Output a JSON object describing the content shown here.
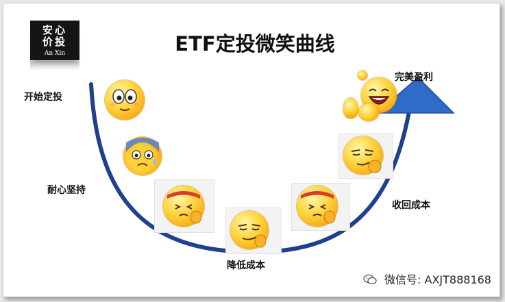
{
  "logo": {
    "line1": "安心",
    "line2": "价投",
    "line3": "An Xin"
  },
  "title": "ETF定投微笑曲线",
  "stages": {
    "start": "开始定投",
    "patience": "耐心坚持",
    "lower_cost": "降低成本",
    "recover_cost": "收回成本",
    "profit": "完美盈利"
  },
  "watermark": {
    "text": "微信号: AXJT888168"
  },
  "colors": {
    "curve": "#1f3f8f",
    "arrow": "#2f6bc7",
    "emoji": "#ffd23a"
  },
  "emojis": [
    "wide-eyed-emoji",
    "scared-emoji",
    "headband-emoji",
    "smug-emoji",
    "headband-emoji",
    "smug-emoji",
    "laughing-emoji"
  ]
}
